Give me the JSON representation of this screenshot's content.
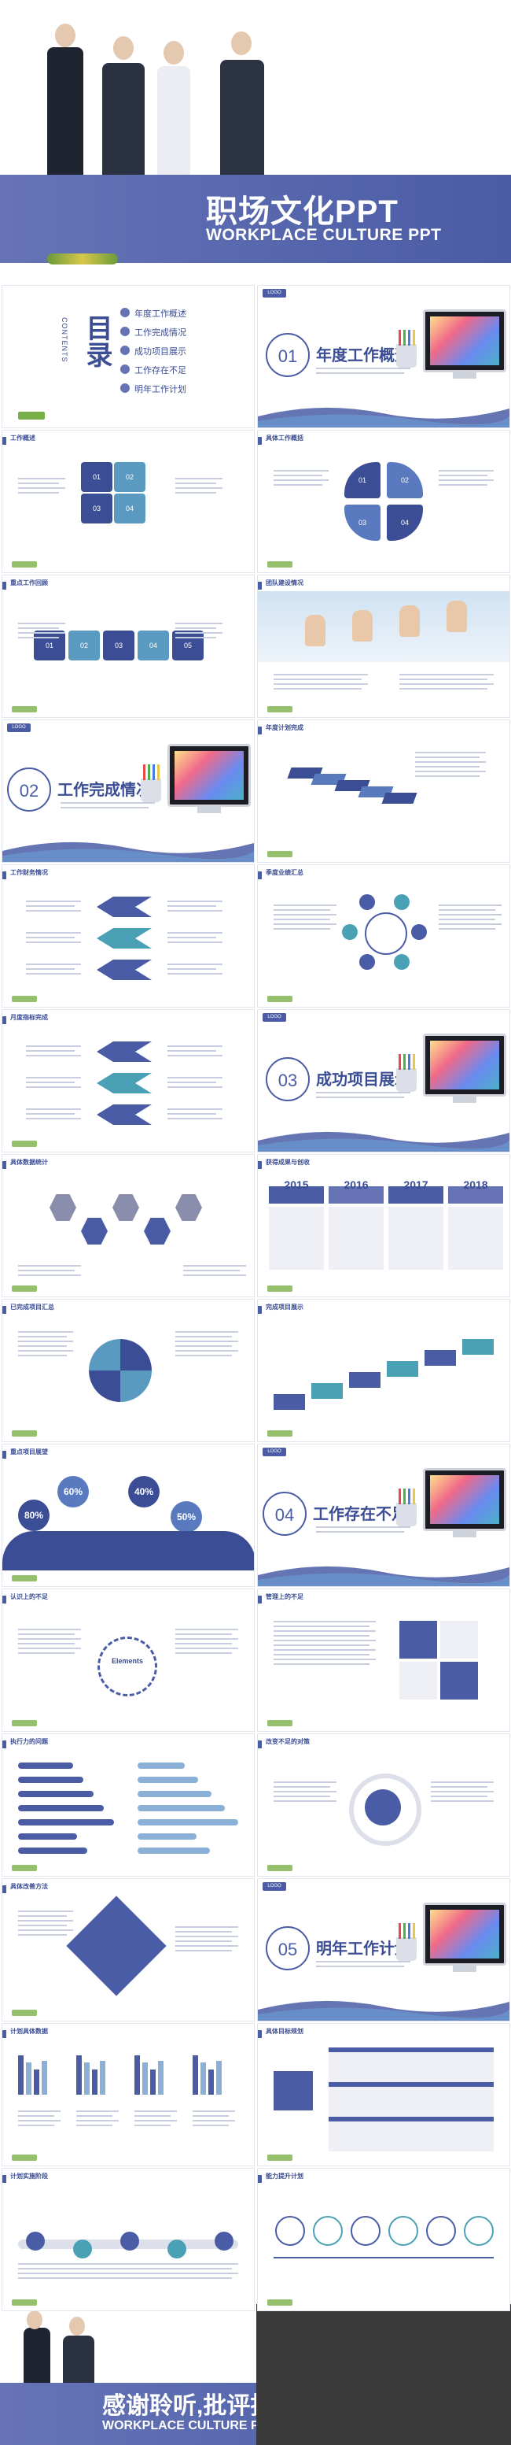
{
  "cover": {
    "title": "职场文化PPT",
    "subtitle": "WORKPLACE CULTURE PPT"
  },
  "contents": {
    "heading": "目录",
    "heading_en": "CONTENTS",
    "items": [
      "年度工作概述",
      "工作完成情况",
      "成功项目展示",
      "工作存在不足",
      "明年工作计划"
    ]
  },
  "sections": [
    {
      "num": "01",
      "title": "年度工作概述"
    },
    {
      "num": "02",
      "title": "工作完成情况"
    },
    {
      "num": "03",
      "title": "成功项目展示"
    },
    {
      "num": "04",
      "title": "工作存在不足"
    },
    {
      "num": "05",
      "title": "明年工作计划"
    }
  ],
  "headers": {
    "s1": "工作概述",
    "s2": "具体工作概括",
    "s3": "重点工作回顾",
    "s4": "团队建设情况",
    "s5": "年度计划完成",
    "s6": "工作财务情况",
    "s7": "季度业绩汇总",
    "s8": "月度指标完成",
    "s9": "具体数据统计",
    "s10": "获得成果与创收",
    "s11": "已完成项目汇总",
    "s12": "完成项目展示",
    "s13": "重点项目展望",
    "s14": "认识上的不足",
    "s15": "管理上的不足",
    "s16": "执行力的问题",
    "s17": "改变不足的对策",
    "s18": "具体改善方法",
    "s19": "计划具体数据",
    "s20": "具体目标规划",
    "s21": "计划实施阶段",
    "s22": "能力提升计划"
  },
  "logo": "LOGO",
  "years": [
    "2015",
    "2016",
    "2017",
    "2018"
  ],
  "percent": [
    "80%",
    "60%",
    "40%",
    "50%"
  ],
  "puzzle": [
    "01",
    "02",
    "03",
    "04"
  ],
  "steps": [
    "01",
    "02",
    "03",
    "04",
    "05"
  ],
  "elements_label": "Elements",
  "closing": {
    "title": "感谢聆听,批评指导",
    "subtitle": "WORKPLACE CULTURE PPT"
  },
  "colors": {
    "primary": "#4a5ca6",
    "light": "#6674b6",
    "teal": "#4aa0b4"
  }
}
